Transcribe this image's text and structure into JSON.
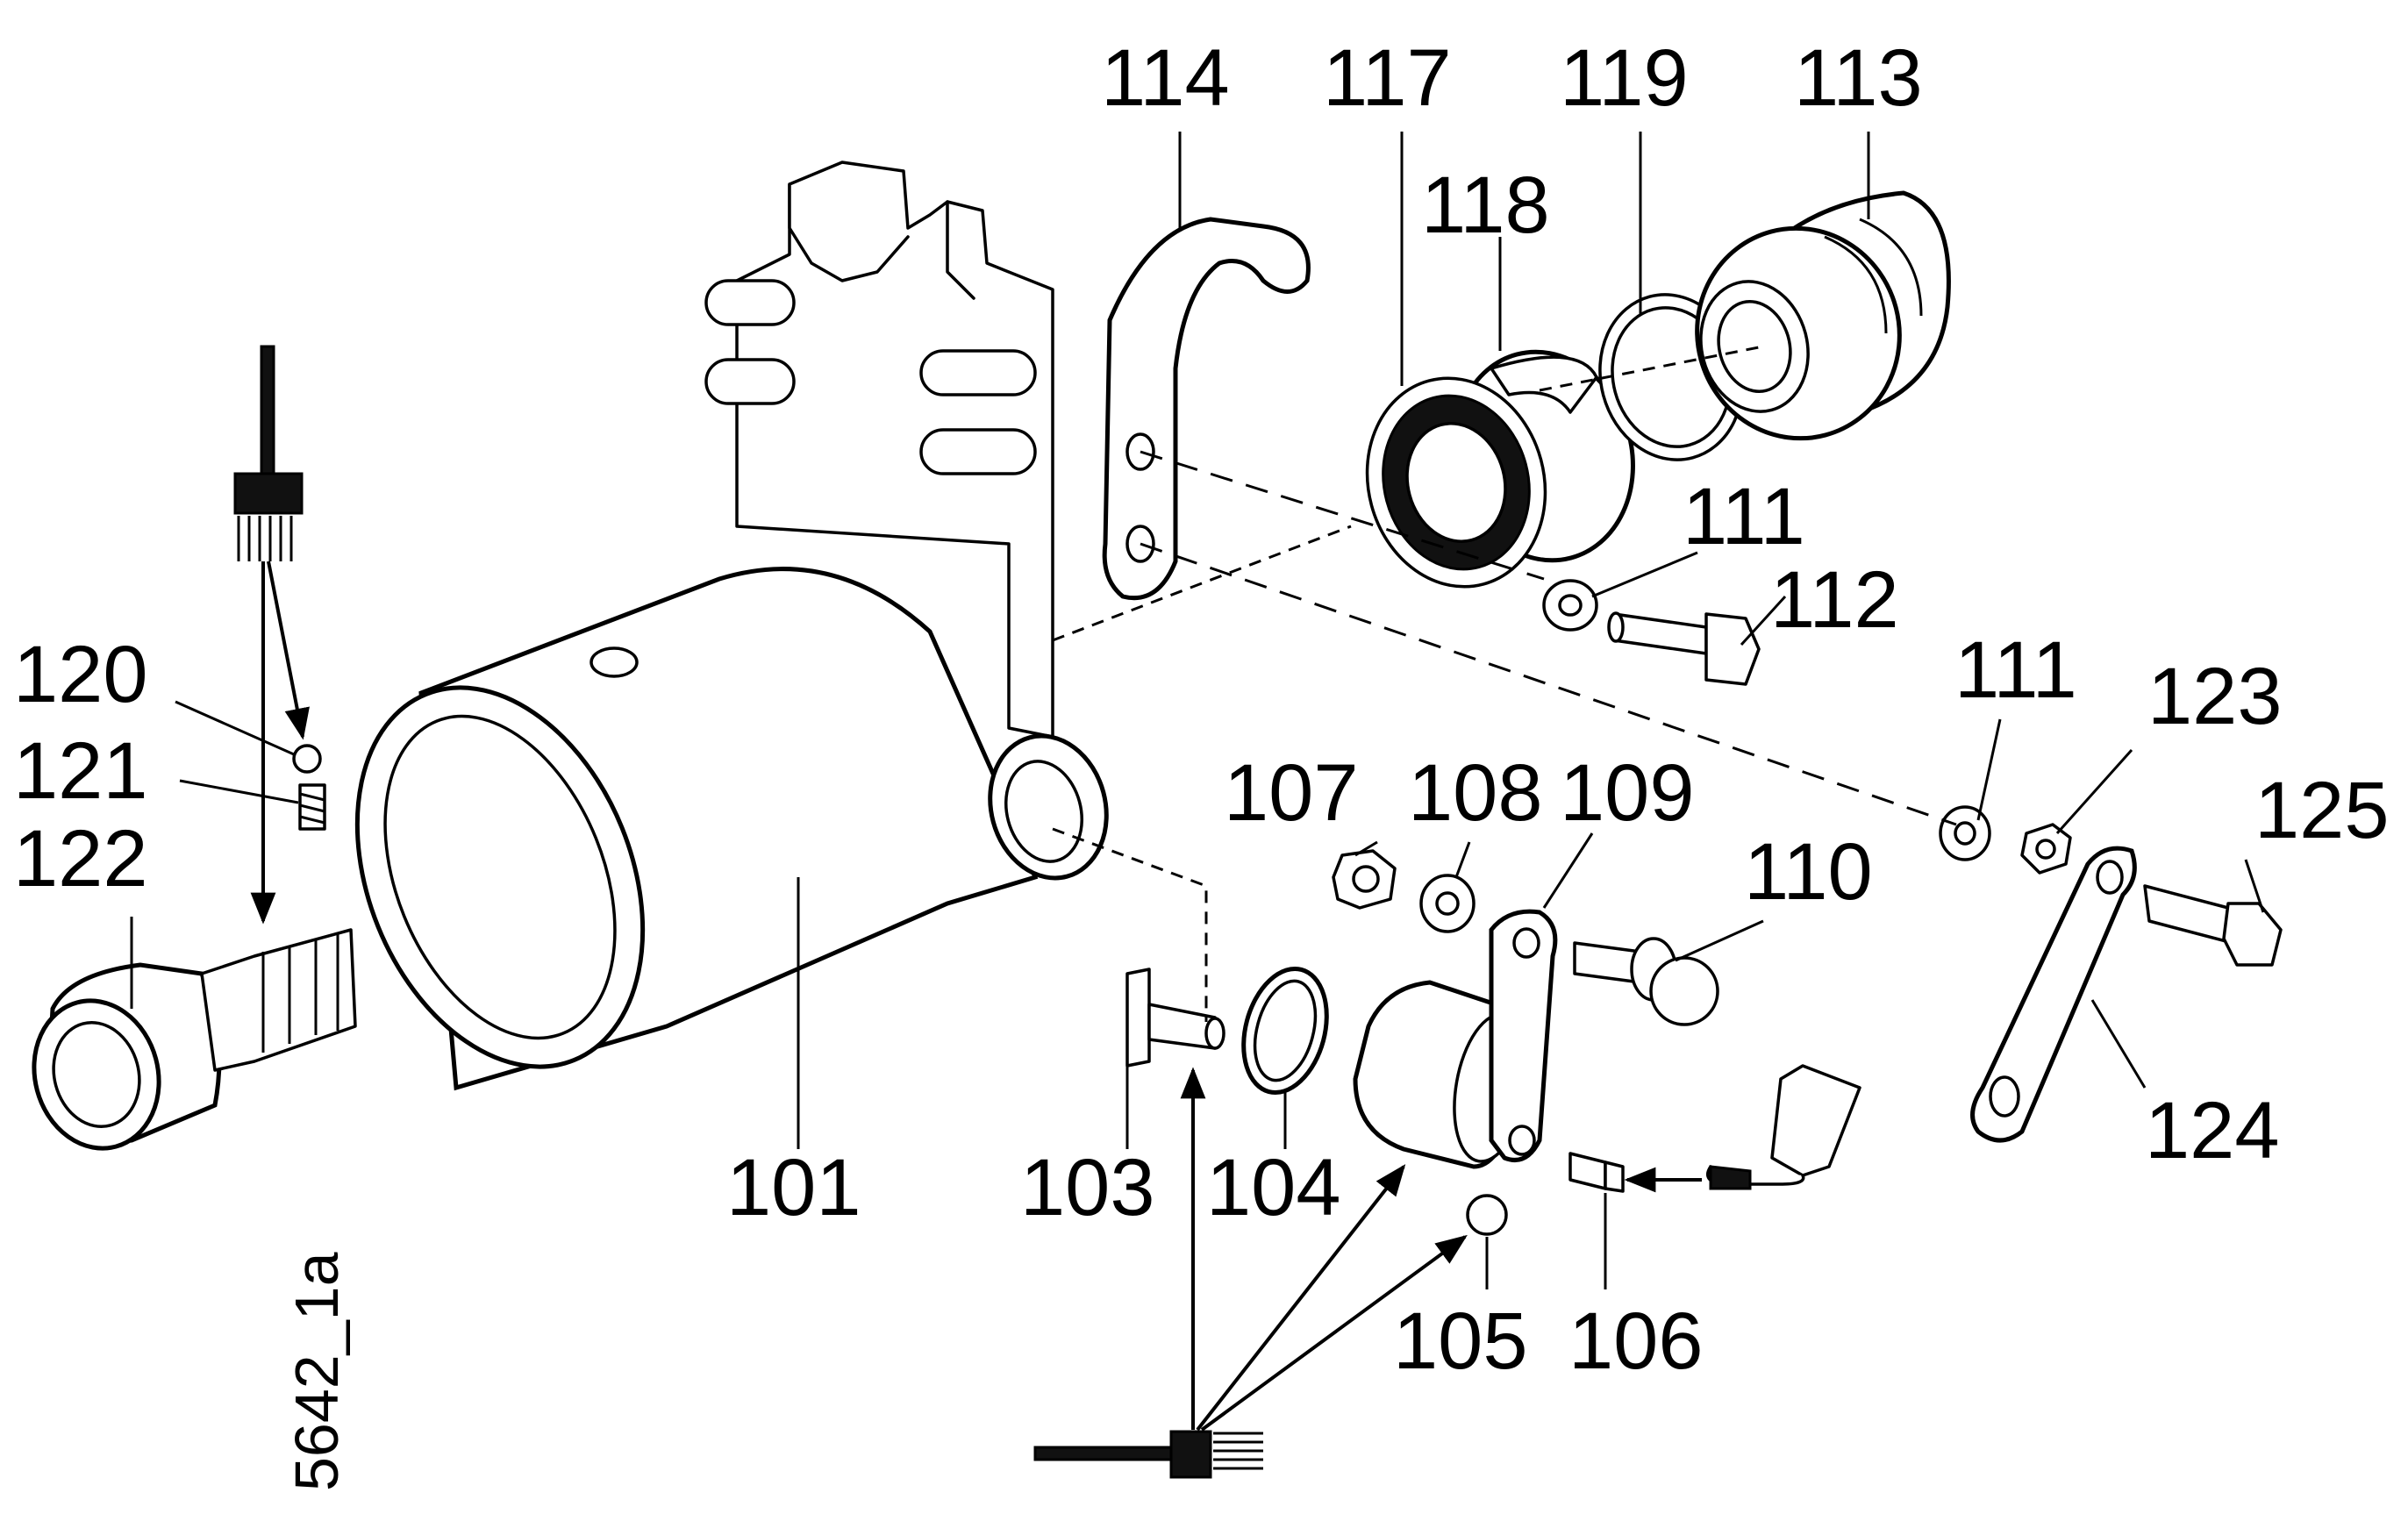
{
  "labels": {
    "p101": "101",
    "p103": "103",
    "p104": "104",
    "p105": "105",
    "p106": "106",
    "p107": "107",
    "p108": "108",
    "p109": "109",
    "p110": "110",
    "p111a": "111",
    "p111b": "111",
    "p112": "112",
    "p113": "113",
    "p114": "114",
    "p117": "117",
    "p118": "118",
    "p119": "119",
    "p120": "120",
    "p121": "121",
    "p122": "122",
    "p123": "123",
    "p124": "124",
    "p125": "125"
  },
  "figure_id": "5642_1a"
}
